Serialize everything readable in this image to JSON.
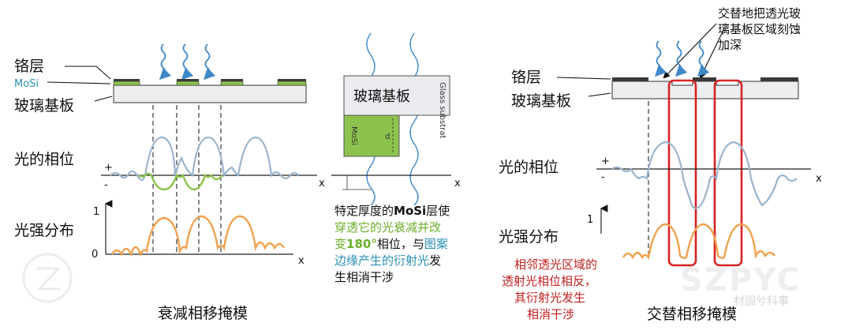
{
  "left": {
    "label_chrome": "铬层",
    "label_mosi": "MoSi",
    "label_glass": "玻璃基板",
    "label_phase": "光的相位",
    "label_intensity": "光强分布",
    "plus": "+",
    "minus": "-",
    "axis_x": "x",
    "tick_one": "1",
    "tick_zero": "0",
    "caption": "衰减相移掩模"
  },
  "inset": {
    "glass_label": "玻璃基板",
    "glass_substrat": "Glass substrat",
    "mosi_vertical": "MoSi",
    "d_label": "d",
    "note_line1_a": "特定厚度的",
    "note_line1_b": "MoSi",
    "note_line1_c": "层使",
    "note_line2": "穿透它的光衰减并改",
    "note_line3_a": "变",
    "note_line3_b": "180°",
    "note_line3_c": "相位，与",
    "note_line3_d": "图案",
    "note_line4_a": "边缘产生的衍射光",
    "note_line4_b": "发",
    "note_line5": "生相消干涉",
    "axis_x": "x"
  },
  "right": {
    "annotation_line1": "交替地把透光玻",
    "annotation_line2": "璃基板区域刻蚀",
    "annotation_line3": "加深",
    "label_chrome": "铬层",
    "label_glass": "玻璃基板",
    "label_phase": "光的相位",
    "label_intensity": "光强分布",
    "plus": "+",
    "minus": "-",
    "axis_x": "x",
    "tick_one": "1",
    "red_note_line1": "相邻透光区域的",
    "red_note_line2": "透射光相位相反，",
    "red_note_line3": "其衍射光发生",
    "red_note_line4": "相消干涉",
    "caption": "交替相移掩模"
  },
  "watermark": {
    "text": "SZPYC",
    "source": "材固兮科事"
  },
  "colors": {
    "phase_blue": "#9ab4cc",
    "phase_green": "#8cc24d",
    "intensity_orange": "#f0a24e",
    "light_wave": "#3f88c8",
    "highlight_red": "#d82323",
    "note_green": "#6cae2a",
    "note_teal": "#2a8fb3",
    "note_red": "#c0201f",
    "mosi_fill": "#8cc24d",
    "chrome_fill": "#3a3a3a",
    "glass_fill": "#eceef0"
  },
  "icons": {
    "incident_light": "wavy-arrow-icon",
    "logo": "circle-logo-icon"
  }
}
